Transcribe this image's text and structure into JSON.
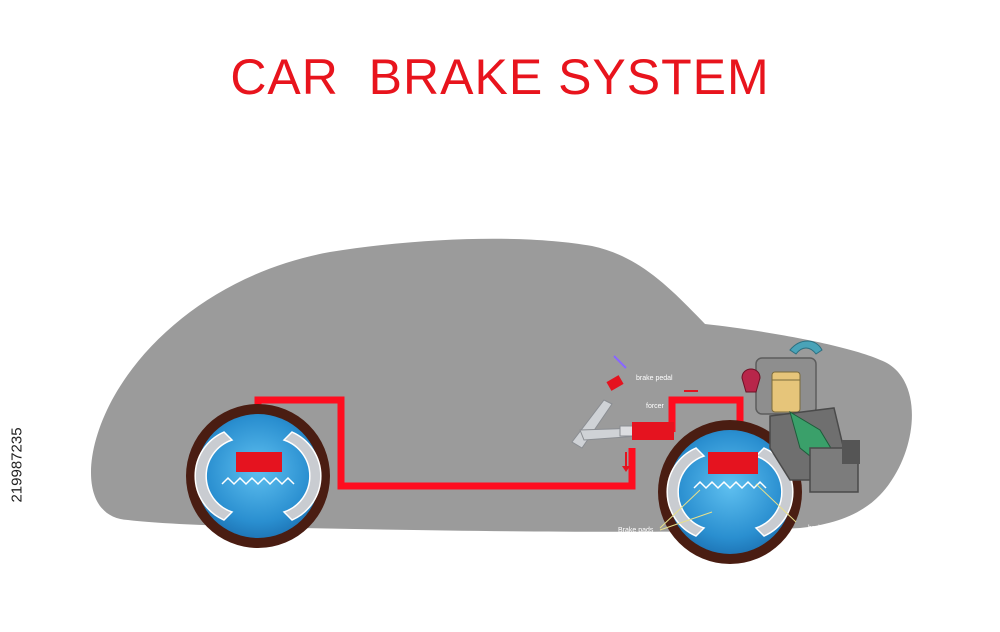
{
  "title": "CAR  BRAKE SYSTEM",
  "labels": {
    "brake_pedal": "brake pedal",
    "forcer": "forcer",
    "brake_pads": "Brake pads",
    "brake_cylinder": "brake cylinder"
  },
  "stock_id": "219987235",
  "colors": {
    "title": "#e8141d",
    "car_body": "#9b9b9b",
    "brake_line": "#ff0d1f",
    "tire": "#4a1d12",
    "drum": "#2a8fd0",
    "shoe": "#c9ccd1",
    "engine": "#7a7a7a"
  }
}
